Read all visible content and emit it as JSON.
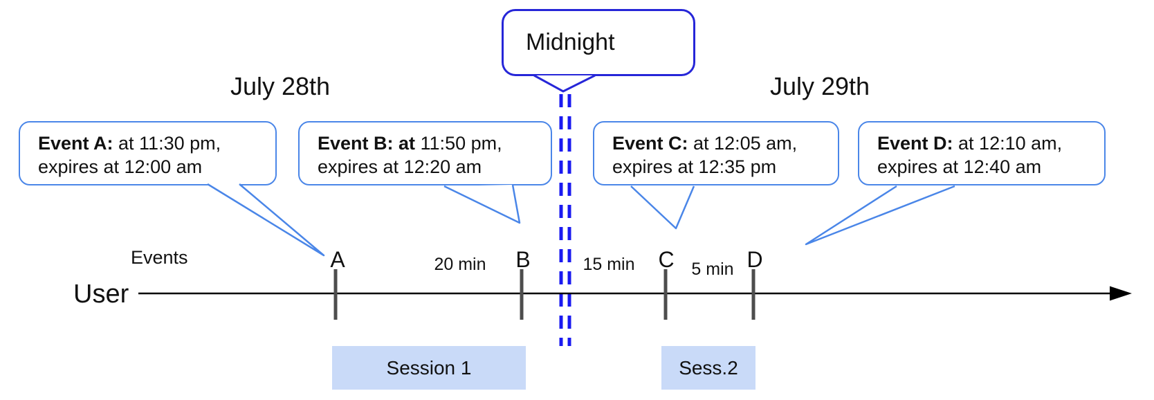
{
  "dates": {
    "left": "July 28th",
    "right": "July 29th"
  },
  "midnight_label": "Midnight",
  "axis_labels": {
    "events": "Events",
    "user": "User"
  },
  "callouts": [
    {
      "letter": "A",
      "bold": "Event A:",
      "regular": " at 11:30 pm,",
      "line2": "expires at 12:00 am"
    },
    {
      "letter": "B",
      "bold": "Event B: at",
      "regular": " 11:50 pm,",
      "line2": "expires at 12:20 am"
    },
    {
      "letter": "C",
      "bold": "Event C:",
      "regular": " at 12:05 am,",
      "line2": "expires at 12:35 pm"
    },
    {
      "letter": "D",
      "bold": "Event D:",
      "regular": " at 12:10 am,",
      "line2": "expires at 12:40 am"
    }
  ],
  "timeline": {
    "tick_labels": [
      "A",
      "B",
      "C",
      "D"
    ],
    "interval_labels": [
      "20 min",
      "15 min",
      "5 min"
    ]
  },
  "sessions": [
    "Session 1",
    "Sess.2"
  ],
  "colors": {
    "callout_border": "#4a86e8",
    "midnight_border": "#2626d8",
    "dash_blue": "#1a1af0",
    "session_fill": "#c9daf8",
    "tick_gray": "#4d4d4d"
  }
}
